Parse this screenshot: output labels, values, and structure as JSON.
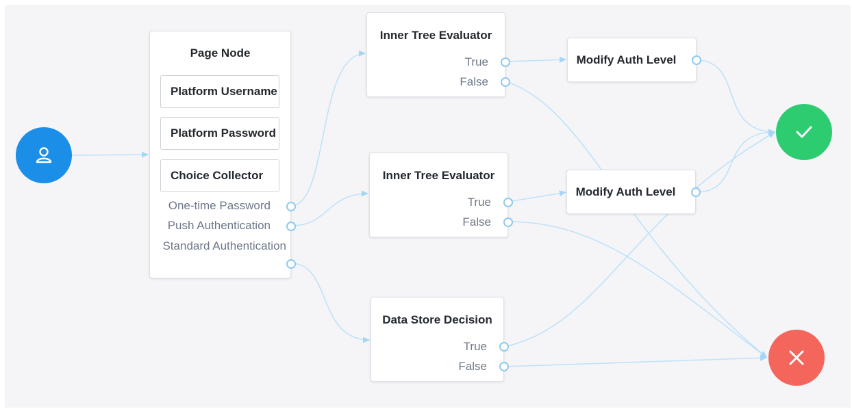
{
  "start_node": {
    "icon": "user-icon",
    "color": "#1b8ee8"
  },
  "success_node": {
    "icon": "checkmark-icon",
    "color": "#2ecc71"
  },
  "failure_node": {
    "icon": "close-icon",
    "color": "#f4665c"
  },
  "link_color": "#bfe2f8",
  "port_color": "#8ec9ef",
  "page_node": {
    "title": "Page Node",
    "children": [
      "Platform Username",
      "Platform Password",
      "Choice Collector"
    ],
    "outcomes": [
      "One-time Password",
      "Push Authentication",
      "Standard Authentication"
    ]
  },
  "inner_tree_1": {
    "title": "Inner Tree Evaluator",
    "outcomes": [
      "True",
      "False"
    ]
  },
  "inner_tree_2": {
    "title": "Inner Tree Evaluator",
    "outcomes": [
      "True",
      "False"
    ]
  },
  "data_store": {
    "title": "Data Store Decision",
    "outcomes": [
      "True",
      "False"
    ]
  },
  "modify_auth_1": {
    "title": "Modify Auth Level"
  },
  "modify_auth_2": {
    "title": "Modify Auth Level"
  }
}
